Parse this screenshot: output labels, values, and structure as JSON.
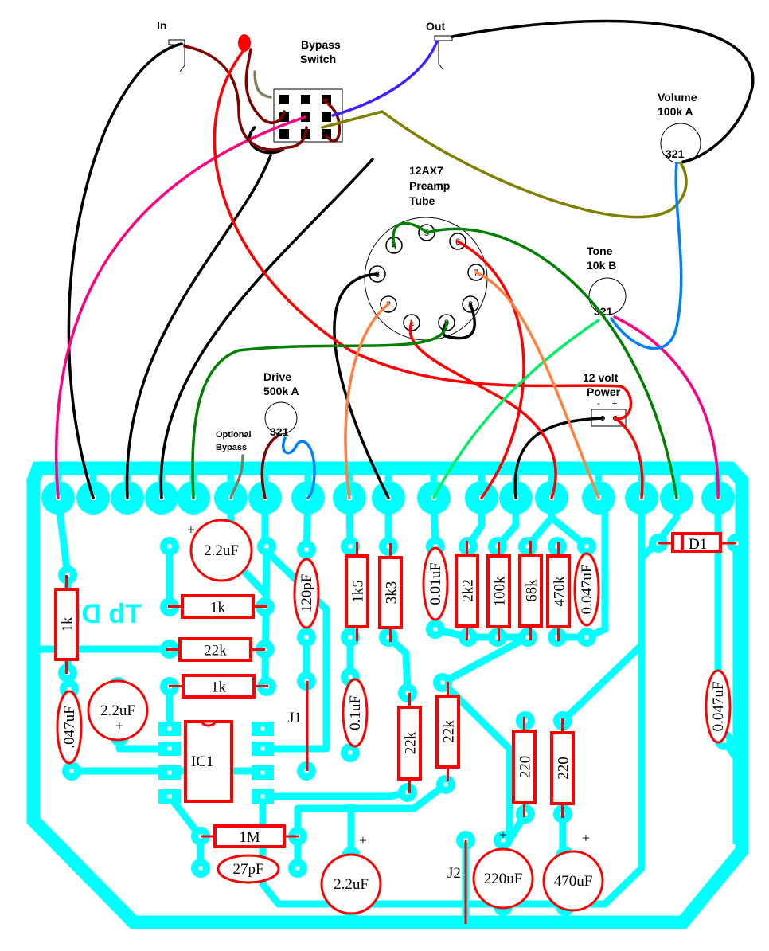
{
  "jacks": {
    "input": "In",
    "output": "Out"
  },
  "bypass_switch": {
    "line1": "Bypass",
    "line2": "Switch"
  },
  "volume_pot": {
    "line1": "Volume",
    "line2": "100k A",
    "pins": "321"
  },
  "tone_pot": {
    "line1": "Tone",
    "line2": "10k B",
    "pins": "321"
  },
  "drive_pot": {
    "line1": "Drive",
    "line2": "500k A",
    "pins": "321"
  },
  "tube": {
    "line1": "12AX7",
    "line2": "Preamp",
    "line3": "Tube",
    "pins": [
      "1",
      "2",
      "3",
      "4",
      "5",
      "6",
      "7",
      "8",
      "9"
    ]
  },
  "power": {
    "line1": "12 volt",
    "line2": "Power",
    "minus": "-",
    "plus": "+"
  },
  "optional_bypass": {
    "line1": "Optional",
    "line2": "Bypass"
  },
  "board": {
    "mirrored_text": "Tb Dr",
    "ic": "IC1",
    "jumpers": [
      "J1",
      "J2"
    ],
    "diode": "D1",
    "polarity": "+",
    "resistors": [
      "1k",
      "1k",
      "22k",
      "1k",
      "1k5",
      "3k3",
      "2k2",
      "100k",
      "68k",
      "470k",
      "22k",
      "22k",
      "220",
      "220",
      "1M"
    ],
    "capacitors": [
      "2.2uF",
      "120pF",
      "0.01uF",
      "0.047uF",
      "0.047uF",
      ".047uF",
      "2.2uF",
      "0.1uF",
      "27pF",
      "2.2uF",
      "220uF",
      "470uF"
    ]
  },
  "colors": {
    "copper": "#00FFFF",
    "component": "#FF0000",
    "wire_black": "#000000",
    "wire_red": "#FF0000",
    "wire_darkred": "#800000",
    "wire_magenta": "#FF0080",
    "wire_green": "#008000",
    "wire_lightgreen": "#00EE66",
    "wire_orange": "#FF8040",
    "wire_blue": "#0080FF",
    "wire_purple": "#4020FF",
    "wire_olive": "#808000",
    "wire_gray": "#808060"
  }
}
